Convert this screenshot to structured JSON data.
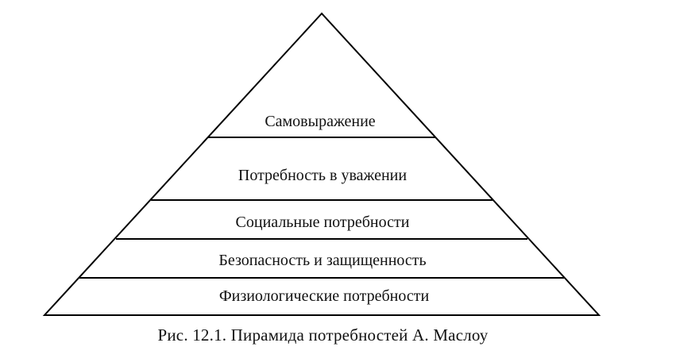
{
  "diagram": {
    "levels": [
      "Самовыражение",
      "Потребность в уважении",
      "Социальные потребности",
      "Безопасность и защищенность",
      "Физиологические потребности"
    ]
  },
  "caption": "Рис. 12.1. Пирамида потребностей А. Маслоу"
}
